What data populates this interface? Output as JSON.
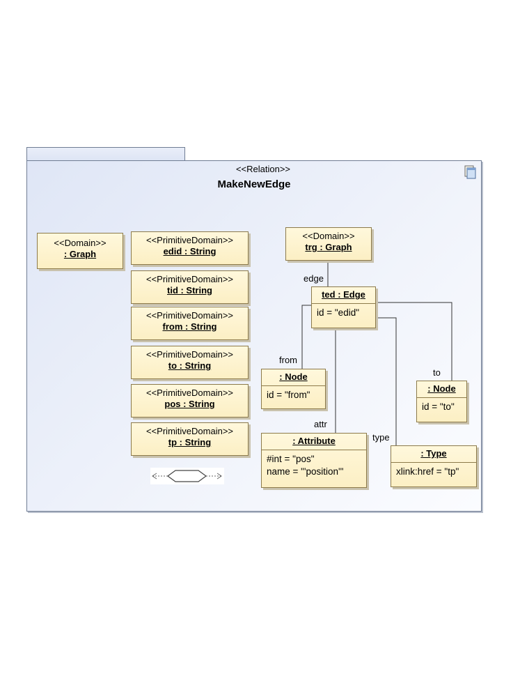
{
  "relation": {
    "stereotype": "<<Relation>>",
    "name": "MakeNewEdge"
  },
  "domains": {
    "src_graph": {
      "stereotype": "<<Domain>>",
      "name": ": Graph"
    },
    "trg_graph": {
      "stereotype": "<<Domain>>",
      "name": "trg : Graph"
    }
  },
  "primitive_domains": [
    {
      "stereotype": "<<PrimitiveDomain>>",
      "name": "edid : String"
    },
    {
      "stereotype": "<<PrimitiveDomain>>",
      "name": "tid : String"
    },
    {
      "stereotype": "<<PrimitiveDomain>>",
      "name": "from : String"
    },
    {
      "stereotype": "<<PrimitiveDomain>>",
      "name": "to : String"
    },
    {
      "stereotype": "<<PrimitiveDomain>>",
      "name": "pos : String"
    },
    {
      "stereotype": "<<PrimitiveDomain>>",
      "name": "tp : String"
    }
  ],
  "objects": {
    "edge": {
      "name": "ted : Edge",
      "attrs": [
        "id = \"edid\""
      ]
    },
    "node_from": {
      "name": ": Node",
      "attrs": [
        "id = \"from\""
      ]
    },
    "node_to": {
      "name": ": Node",
      "attrs": [
        "id = \"to\""
      ]
    },
    "attribute": {
      "name": ": Attribute",
      "attrs": [
        "#int = \"pos\"",
        "name = \"'position'\""
      ]
    },
    "type": {
      "name": ": Type",
      "attrs": [
        "xlink:href = \"tp\""
      ]
    }
  },
  "links": {
    "edge": "edge",
    "from": "from",
    "to": "to",
    "attr": "attr",
    "type": "type"
  }
}
